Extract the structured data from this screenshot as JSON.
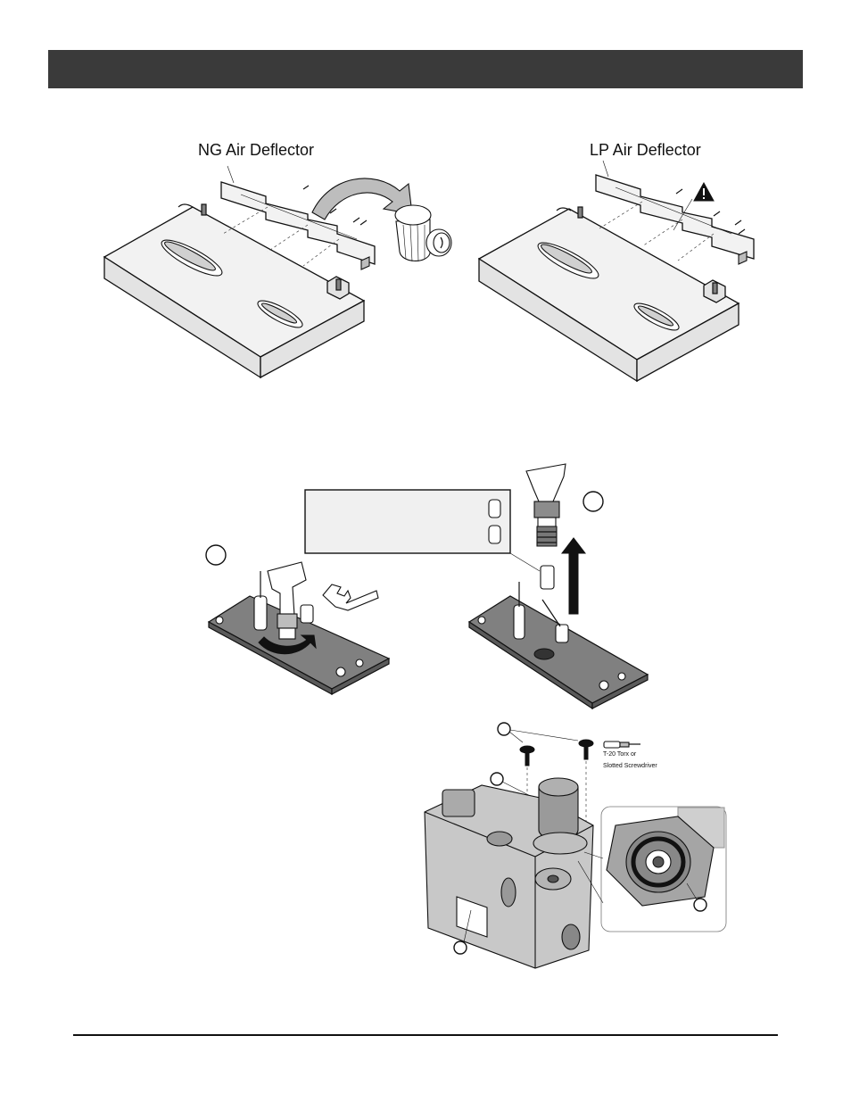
{
  "figure_top": {
    "ng_label": "NG Air Deflector",
    "lp_label": "LP Air Deflector"
  },
  "figure_bottom": {
    "tool_line1": "T-20 Torx or",
    "tool_line2": "Slotted Screwdriver"
  }
}
